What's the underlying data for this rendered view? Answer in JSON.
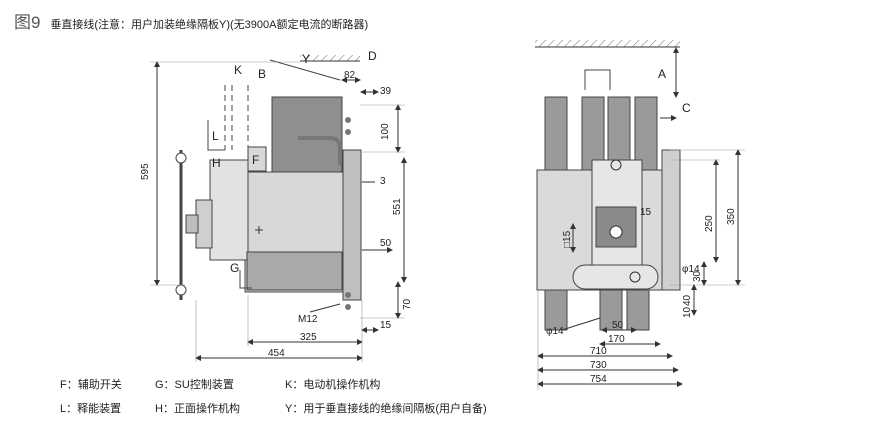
{
  "figure": {
    "number": "图9",
    "caption": "垂直接线(注意：用户加装绝缘隔板Y)(无3900A额定电流的断路器)"
  },
  "side_view": {
    "letters": {
      "K": "K",
      "B": "B",
      "Y": "Y",
      "D": "D",
      "L": "L",
      "H": "H",
      "F": "F",
      "G": "G"
    },
    "dims": {
      "d595": "595",
      "d82": "82",
      "d39": "39",
      "d100": "100",
      "d3": "3",
      "d551": "551",
      "d50": "50",
      "d70": "70",
      "d15": "15",
      "d325": "325",
      "d454": "454",
      "m12": "M12"
    }
  },
  "front_view": {
    "letters": {
      "A": "A",
      "C": "C"
    },
    "dims": {
      "d250": "250",
      "d350": "350",
      "sq15": "□15",
      "d15": "15",
      "phi14a": "φ14",
      "d30": "30",
      "d40": "40",
      "d10": "10",
      "d50": "50",
      "d170": "170",
      "phi14b": "φ14",
      "d710": "710",
      "d730": "730",
      "d754": "754"
    }
  },
  "legend": {
    "row1": [
      "F：辅助开关",
      "G：SU控制装置",
      "K：电动机操作机构"
    ],
    "row2": [
      "L：释能装置",
      "H：正面操作机构",
      "Y：用于垂直接线的绝缘间隔板(用户自备)"
    ]
  }
}
